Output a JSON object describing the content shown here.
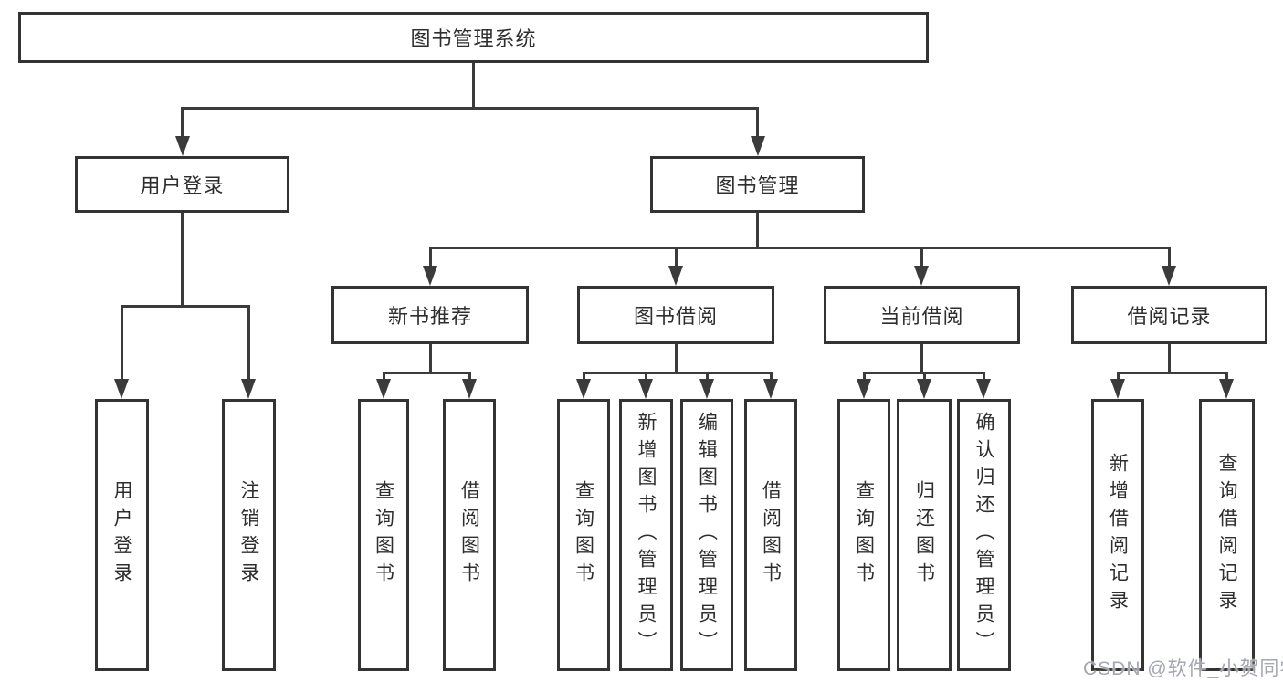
{
  "diagram": {
    "root_label": "图书管理系统",
    "level1": {
      "user_login": "用户登录",
      "book_mgmt": "图书管理"
    },
    "level2": {
      "new_books": "新书推荐",
      "book_borrow": "图书借阅",
      "current_borrow": "当前借阅",
      "borrow_records": "借阅记录"
    },
    "leaves": {
      "user_login": [
        "用户登录",
        "注销登录"
      ],
      "new_books": [
        "查询图书",
        "借阅图书"
      ],
      "book_borrow": [
        "查询图书",
        "新增图书（管理员）",
        "编辑图书（管理员）",
        "借阅图书"
      ],
      "current_borrow": [
        "查询图书",
        "归还图书",
        "确认归还（管理员）"
      ],
      "borrow_records": [
        "新增借阅记录",
        "查询借阅记录"
      ]
    }
  },
  "watermark": "CSDN @软件_小贺同学",
  "colors": {
    "line": "#3b3b3b",
    "box_border": "#333333",
    "text": "#2e2e2e",
    "watermark_text": "#9497a3"
  }
}
